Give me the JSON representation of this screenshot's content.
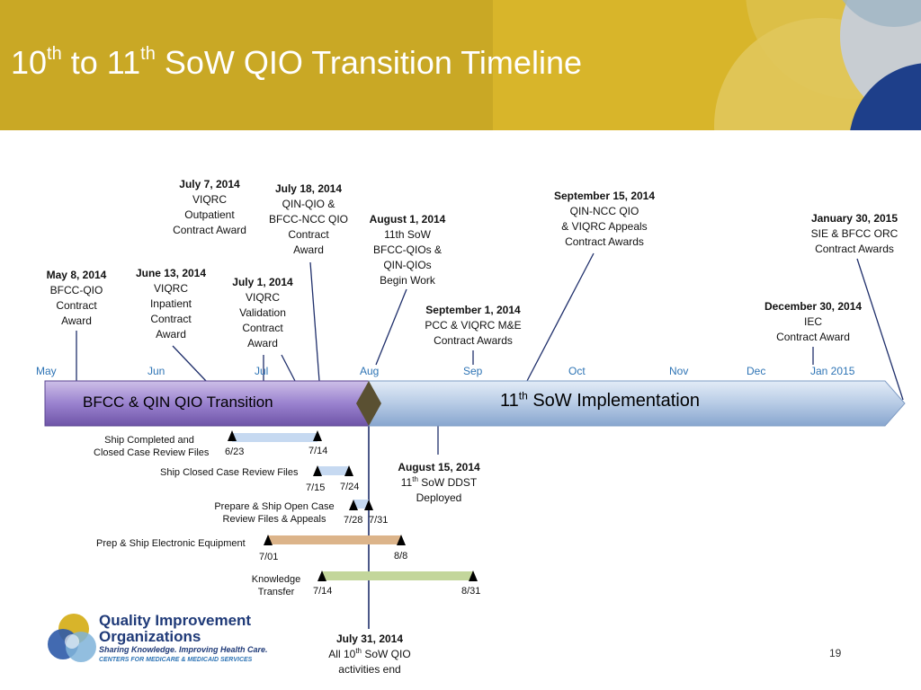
{
  "title": {
    "pre": "10",
    "sup1": "th",
    "mid": " to 11",
    "sup2": "th",
    "post": " SoW QIO Transition Timeline"
  },
  "months": [
    "May",
    "Jun",
    "Jul",
    "Aug",
    "Sep",
    "Oct",
    "Nov",
    "Dec",
    "Jan 2015"
  ],
  "phases": {
    "phase1": "BFCC & QIN QIO Transition",
    "phase2_pre": "11",
    "phase2_sup": "th",
    "phase2_post": " SoW Implementation"
  },
  "milestones": {
    "may8": {
      "date": "May 8, 2014",
      "lines": [
        "BFCC-QIO",
        "Contract",
        "Award"
      ]
    },
    "jun13": {
      "date": "June 13, 2014",
      "lines": [
        "VIQRC",
        "Inpatient",
        "Contract",
        "Award"
      ]
    },
    "jul7": {
      "date": "July 7, 2014",
      "lines": [
        "VIQRC",
        "Outpatient",
        "Contract Award"
      ]
    },
    "jul1": {
      "date": "July 1, 2014",
      "lines": [
        "VIQRC",
        "Validation",
        "Contract",
        "Award"
      ]
    },
    "jul18": {
      "date": "July 18, 2014",
      "lines": [
        "QIN-QIO &",
        "BFCC-NCC QIO",
        "Contract",
        "Award"
      ]
    },
    "aug1": {
      "date": "August 1, 2014",
      "lines": [
        "11th SoW",
        "BFCC-QIOs &",
        "QIN-QIOs",
        "Begin Work"
      ]
    },
    "sep1": {
      "date": "September 1, 2014",
      "lines": [
        "PCC & VIQRC M&E",
        "Contract Awards"
      ]
    },
    "sep15": {
      "date": "September 15, 2014",
      "lines": [
        "QIN-NCC QIO",
        "& VIQRC Appeals",
        "Contract Awards"
      ]
    },
    "dec30": {
      "date": "December 30, 2014",
      "lines": [
        "IEC",
        "Contract Award"
      ]
    },
    "jan30": {
      "date": "January 30, 2015",
      "lines": [
        "SIE & BFCC ORC",
        "Contract Awards"
      ]
    },
    "aug15": {
      "date": "August 15, 2014",
      "pre": "11",
      "sup": "th",
      "post": " SoW DDST",
      "line2": "Deployed"
    },
    "jul31": {
      "date": "July 31, 2014",
      "pre": "All 10",
      "sup": "th",
      "post": " SoW QIO",
      "line2": "activities end"
    }
  },
  "tasks": [
    {
      "label1": "Ship Completed and",
      "label2": "Closed Case Review Files",
      "start": "6/23",
      "end": "7/14"
    },
    {
      "label1": "Ship Closed Case Review Files",
      "start": "7/15",
      "end": "7/24"
    },
    {
      "label1": "Prepare & Ship Open Case",
      "label2": "Review Files & Appeals",
      "start": "7/28",
      "end": "7/31"
    },
    {
      "label1": "Prep & Ship Electronic Equipment",
      "start": "7/01",
      "end": "8/8"
    },
    {
      "label1": "Knowledge",
      "label2": "Transfer",
      "start": "7/14",
      "end": "8/31"
    }
  ],
  "colors": {
    "header": "#d4b22a",
    "phase1": "#8c6fc2",
    "phase2": "#9fb8d8",
    "task_blue": "#c6d9f1",
    "task_orange": "#dcb48a",
    "task_green": "#c3d69b",
    "month": "#2e74b5",
    "leader": "#1f2f6b"
  },
  "logo": {
    "title1": "Quality Improvement",
    "title2": "Organizations",
    "tagline": "Sharing Knowledge. Improving Health Care.",
    "sub": "CENTERS FOR MEDICARE & MEDICAID SERVICES"
  },
  "page_number": "19"
}
